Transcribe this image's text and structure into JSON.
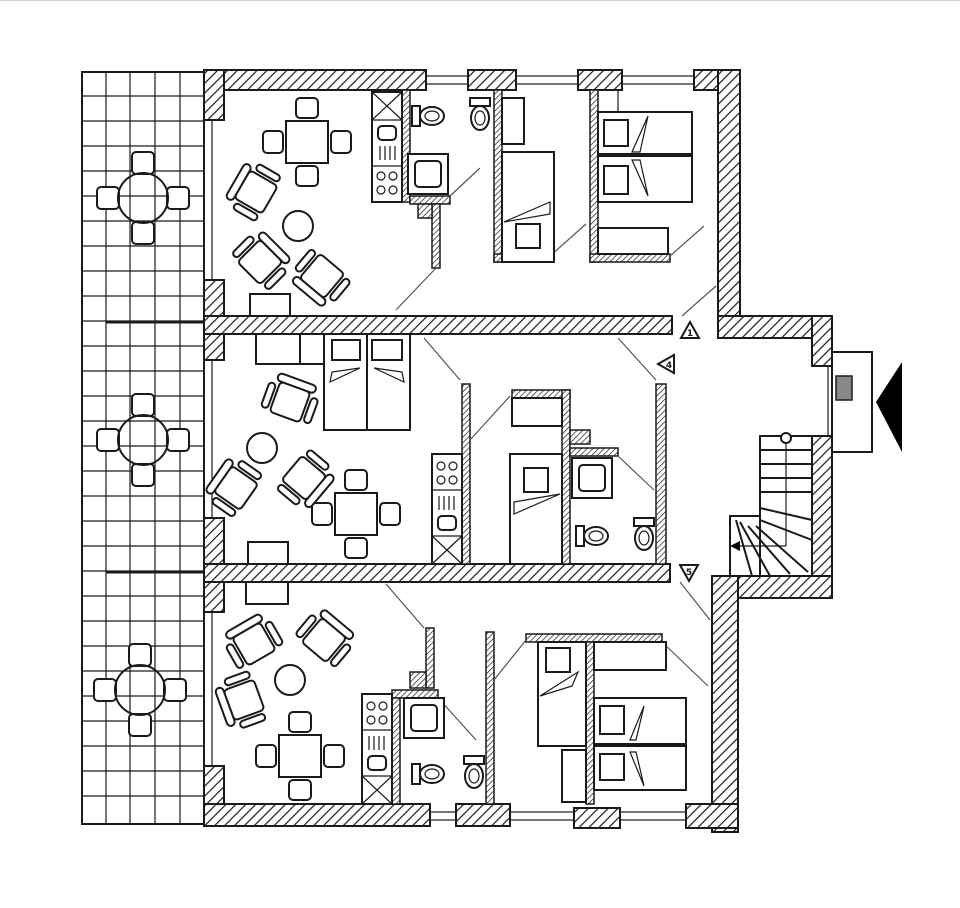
{
  "diagram": {
    "type": "architectural-floor-plan",
    "units": [
      {
        "id": "top",
        "marker": "1",
        "rooms": [
          "living-dining",
          "kitchenette",
          "bathroom",
          "bedroom-single",
          "bedroom-double"
        ]
      },
      {
        "id": "middle",
        "marker": "4",
        "rooms": [
          "living-dining",
          "bedroom-double",
          "kitchenette",
          "bedroom-single",
          "bathroom"
        ]
      },
      {
        "id": "bottom",
        "marker": "5",
        "rooms": [
          "living-dining",
          "kitchenette",
          "bathroom",
          "bedroom-single",
          "bedroom-double"
        ]
      }
    ],
    "terraces": [
      {
        "id": "terrace-top",
        "furniture": "round-table-4-chairs"
      },
      {
        "id": "terrace-middle",
        "furniture": "round-table-4-chairs"
      },
      {
        "id": "terrace-bottom",
        "furniture": "round-table-4-chairs"
      }
    ],
    "entrance": {
      "arrow": "entrance-arrow",
      "staircase": "spiral-stair"
    },
    "markers": [
      "1",
      "4",
      "5"
    ],
    "colors": {
      "line": "#1a1a1a",
      "background": "#ffffff",
      "hatch": "#1a1a1a"
    }
  }
}
